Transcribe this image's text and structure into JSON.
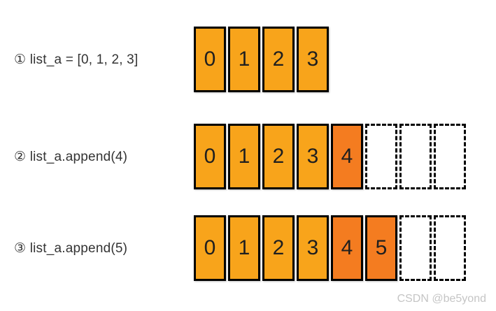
{
  "diagram": {
    "topic": "python-list-append-steps",
    "watermark": "CSDN @be5yond"
  },
  "colors": {
    "cell_fill": "#F8A41B",
    "appended_fill": "#F47C20",
    "cell_border": "#000000",
    "cell_text": "#1F1F1F",
    "label_text": "#333333",
    "watermark_text": "#C5C5C5"
  },
  "rows": [
    {
      "step": "1",
      "label": "① list_a = [0, 1, 2, 3]",
      "cells": [
        {
          "value": "0",
          "type": "normal"
        },
        {
          "value": "1",
          "type": "normal"
        },
        {
          "value": "2",
          "type": "normal"
        },
        {
          "value": "3",
          "type": "normal"
        }
      ]
    },
    {
      "step": "2",
      "label": "② list_a.append(4)",
      "cells": [
        {
          "value": "0",
          "type": "normal"
        },
        {
          "value": "1",
          "type": "normal"
        },
        {
          "value": "2",
          "type": "normal"
        },
        {
          "value": "3",
          "type": "normal"
        },
        {
          "value": "4",
          "type": "appended"
        },
        {
          "value": "",
          "type": "empty"
        },
        {
          "value": "",
          "type": "empty"
        },
        {
          "value": "",
          "type": "empty"
        }
      ]
    },
    {
      "step": "3",
      "label": "③ list_a.append(5)",
      "cells": [
        {
          "value": "0",
          "type": "normal"
        },
        {
          "value": "1",
          "type": "normal"
        },
        {
          "value": "2",
          "type": "normal"
        },
        {
          "value": "3",
          "type": "normal"
        },
        {
          "value": "4",
          "type": "appended"
        },
        {
          "value": "5",
          "type": "appended"
        },
        {
          "value": "",
          "type": "empty"
        },
        {
          "value": "",
          "type": "empty"
        }
      ]
    }
  ]
}
